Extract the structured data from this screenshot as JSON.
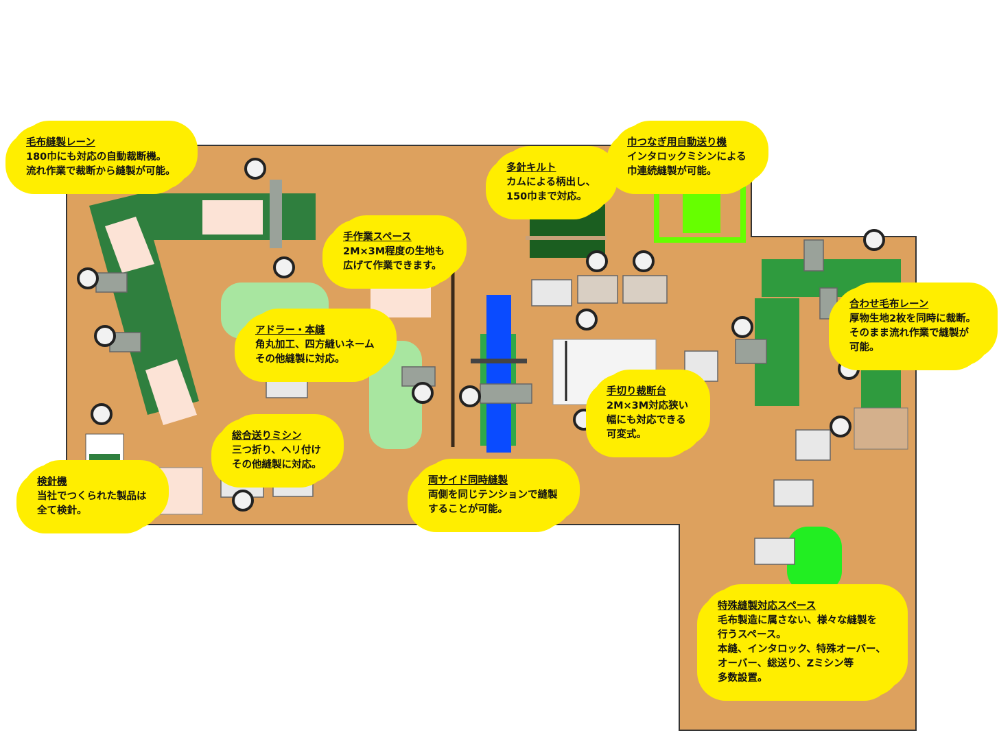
{
  "colors": {
    "floor": "#DDA15E",
    "lane_green": "#2F7F3E",
    "bright_green": "#66FF00",
    "pad": "#FCE3D6",
    "light_green": "#A8E6A0",
    "blue": "#0A4BFF",
    "callout": "#FFEE00"
  },
  "callouts": [
    {
      "id": "blanket-lane",
      "title": "毛布縫製レーン",
      "lines": [
        "180巾にも対応の自動裁断機。",
        "流れ作業で裁断から縫製が可能。"
      ]
    },
    {
      "id": "interlock",
      "title": "巾つなぎ用自動送り機",
      "lines": [
        "インタロックミシンによる",
        "巾連続縫製が可能。"
      ]
    },
    {
      "id": "quilt",
      "title": "多針キルト",
      "lines": [
        "カムによる柄出し、",
        "150巾まで対応。"
      ]
    },
    {
      "id": "handwork",
      "title": "手作業スペース",
      "lines": [
        "2M×3M程度の生地も",
        "広げて作業できます。"
      ]
    },
    {
      "id": "adler",
      "title": "アドラー・本縫",
      "lines": [
        "角丸加工、四方縫いネーム",
        "その他縫製に対応。"
      ]
    },
    {
      "id": "compound-feed",
      "title": "総合送りミシン",
      "lines": [
        "三つ折り、ヘリ付け",
        "その他縫製に対応。"
      ]
    },
    {
      "id": "needle-detector",
      "title": "検針機",
      "lines": [
        "当社でつくられた製品は",
        "全て検針。"
      ]
    },
    {
      "id": "both-sides",
      "title": "両サイド同時縫製",
      "lines": [
        "両側を同じテンションで縫製",
        "することが可能。"
      ]
    },
    {
      "id": "cutting-table",
      "title": "手切り裁断台",
      "lines": [
        "2M×3M対応狭い",
        "幅にも対応できる",
        "可変式。"
      ]
    },
    {
      "id": "combined-lane",
      "title": "合わせ毛布レーン",
      "lines": [
        "厚物生地2枚を同時に裁断。",
        "そのまま流れ作業で縫製が",
        "可能。"
      ]
    },
    {
      "id": "special",
      "title": "特殊縫製対応スペース",
      "lines": [
        "毛布製造に属さない、様々な縫製を",
        "行うスペース。",
        "本縫、インタロック、特殊オーバー、",
        "オーバー、総送り、Zミシン等",
        "多数設置。"
      ]
    }
  ]
}
